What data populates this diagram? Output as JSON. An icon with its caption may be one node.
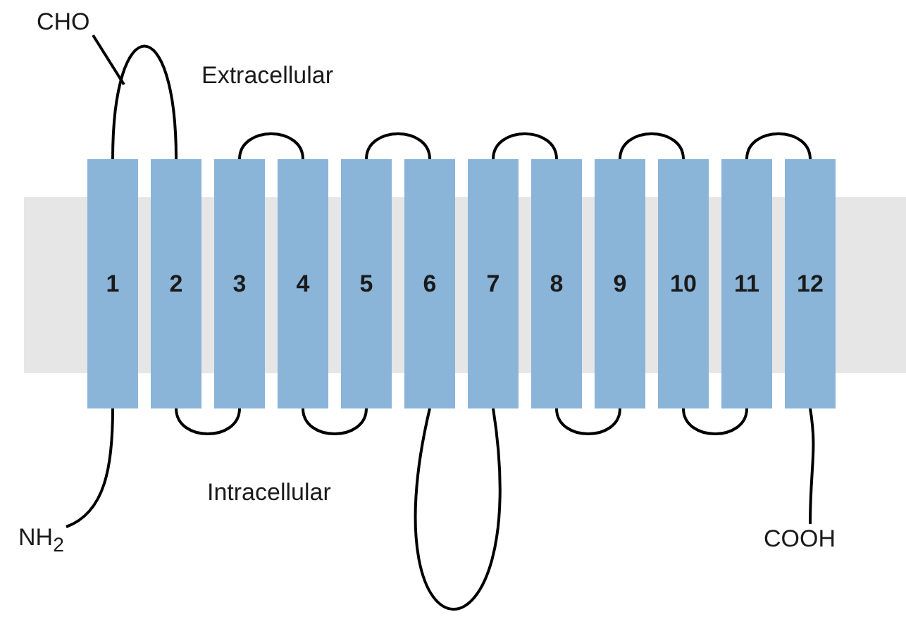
{
  "diagram": {
    "nodes": [
      {
        "text": [
          "CHO"
        ]
      },
      {
        "text": [
          "1"
        ]
      },
      {
        "text": [
          "2"
        ]
      },
      {
        "text": [
          "3"
        ]
      },
      {
        "text": [
          "4"
        ]
      },
      {
        "text": [
          "5"
        ]
      },
      {
        "text": [
          "6"
        ]
      },
      {
        "text": [
          "7"
        ]
      },
      {
        "text": [
          "8"
        ]
      },
      {
        "text": [
          "9"
        ]
      },
      {
        "text": [
          "10"
        ]
      },
      {
        "text": [
          "11"
        ]
      },
      {
        "text": [
          "12"
        ]
      },
      {
        "text": [
          "NH$_{2}$"
        ]
      },
      {
        "text": [
          "COOH"
        ]
      }
    ],
    "edges": [
      {
        "from": 0,
        "to": null,
        "arrow": "none"
      },
      {
        "from": 13,
        "to": 1,
        "arrow": "none"
      },
      {
        "from": 1,
        "to": 2,
        "arrow": "none"
      },
      {
        "from": 2,
        "to": 3,
        "arrow": "none"
      },
      {
        "from": 3,
        "to": 4,
        "arrow": "none"
      },
      {
        "from": 4,
        "to": 5,
        "arrow": "none"
      },
      {
        "from": 5,
        "to": 6,
        "arrow": "none"
      },
      {
        "from": 6,
        "to": 7,
        "arrow": "none"
      },
      {
        "from": 7,
        "to": 8,
        "arrow": "none"
      },
      {
        "from": 8,
        "to": 9,
        "arrow": "none"
      },
      {
        "from": 9,
        "to": 10,
        "arrow": "none"
      },
      {
        "from": 10,
        "to": 11,
        "arrow": "none"
      },
      {
        "from": 11,
        "to": 12,
        "arrow": "none"
      },
      {
        "from": 12,
        "to": 14,
        "arrow": "none"
      }
    ],
    "labels": [
      "Extracellular",
      "Intracellular"
    ]
  }
}
